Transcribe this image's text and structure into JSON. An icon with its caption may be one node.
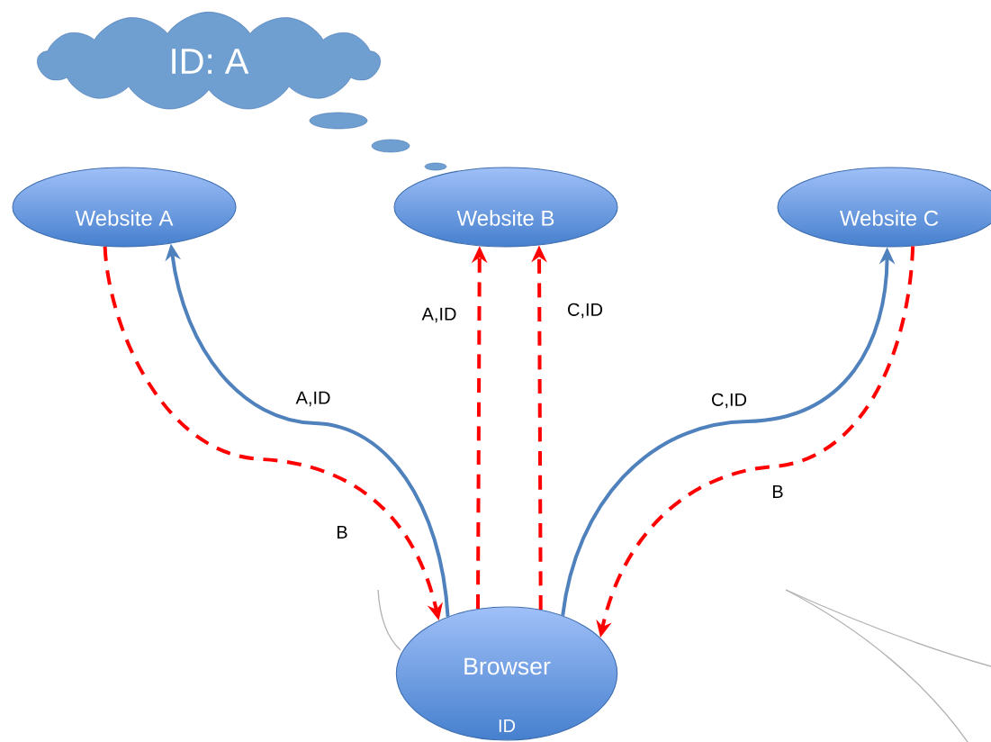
{
  "diagram": {
    "nodes": [
      {
        "text": [
          "ID: A"
        ]
      },
      {
        "text": [
          "Website A"
        ]
      },
      {
        "text": [
          "Website B"
        ]
      },
      {
        "text": [
          "Website C"
        ]
      },
      {
        "text": [
          "Browser",
          "ID"
        ]
      }
    ],
    "edges": [
      {
        "from": 4,
        "to": 1,
        "arrow": "to",
        "label": "A,ID",
        "color": "#4f81bd"
      },
      {
        "from": 1,
        "to": 4,
        "arrow": "to",
        "label": "B",
        "style": "dashed"
      },
      {
        "from": 4,
        "to": 2,
        "arrow": "to",
        "label": "A,ID",
        "style": "dashed"
      },
      {
        "from": 4,
        "to": 2,
        "arrow": "to",
        "label": "C,ID",
        "style": "dashed"
      },
      {
        "from": 4,
        "to": 3,
        "arrow": "to",
        "label": "C,ID",
        "color": "#4f81bd"
      },
      {
        "from": 3,
        "to": 4,
        "arrow": "to",
        "label": "B",
        "style": "dashed"
      }
    ]
  }
}
